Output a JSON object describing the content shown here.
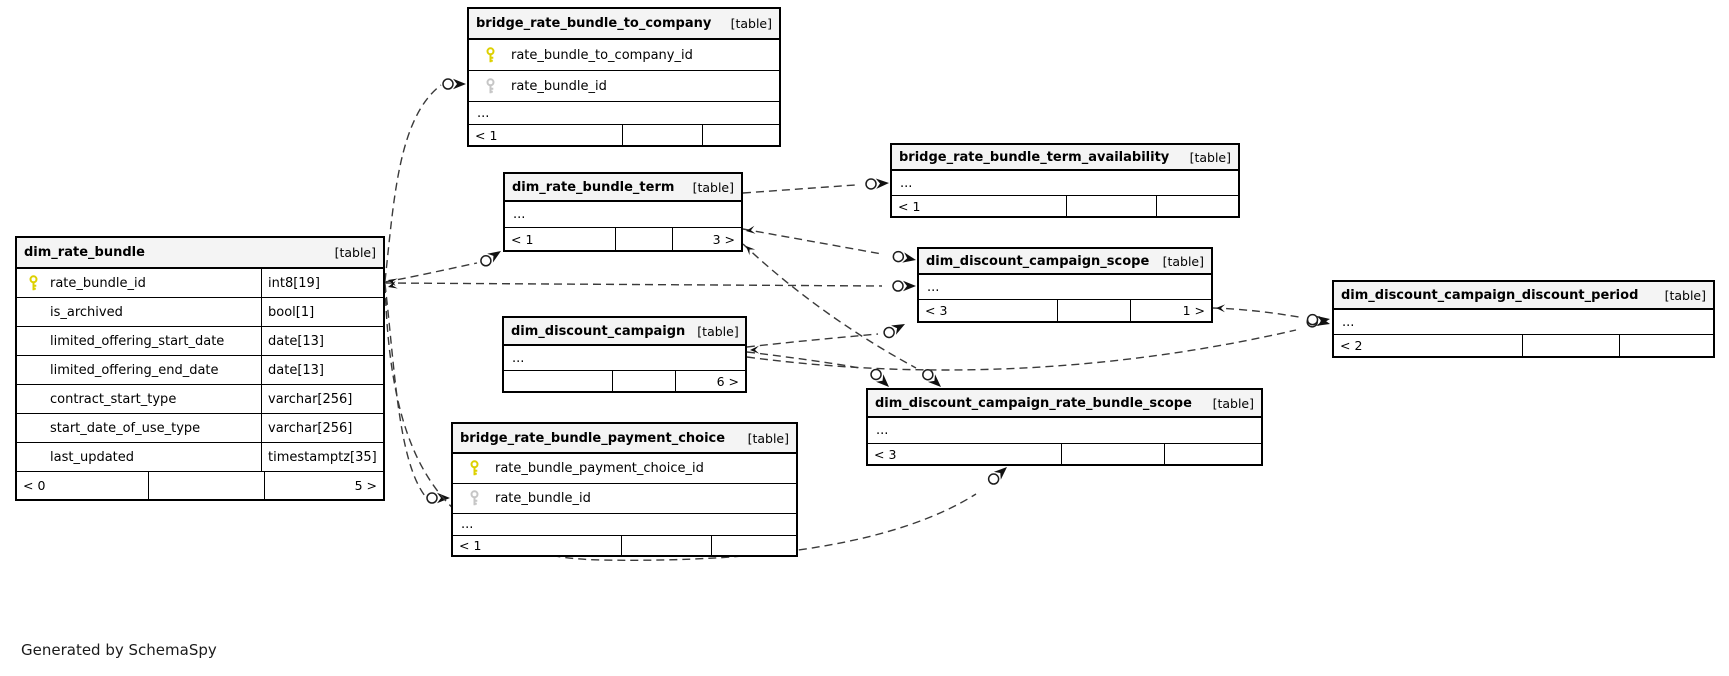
{
  "diagram": {
    "credit": "Generated by SchemaSpy"
  },
  "colors": {
    "header_bg": "#f4f4f4",
    "border": "#000000",
    "primary_key": "#ddd000",
    "foreign_key": "#c6c6c6",
    "connector": "#3a3a3a"
  },
  "icons": {
    "primary_key": "key-icon-yellow",
    "foreign_key": "key-icon-gray"
  },
  "tables": [
    {
      "id": "dim_rate_bundle",
      "title": "dim_rate_bundle",
      "type_label": "[table]",
      "columns": [
        {
          "name": "rate_bundle_id",
          "type": "int8[19]",
          "key": "primary"
        },
        {
          "name": "is_archived",
          "type": "bool[1]",
          "key": ""
        },
        {
          "name": "limited_offering_start_date",
          "type": "date[13]",
          "key": ""
        },
        {
          "name": "limited_offering_end_date",
          "type": "date[13]",
          "key": ""
        },
        {
          "name": "contract_start_type",
          "type": "varchar[256]",
          "key": ""
        },
        {
          "name": "start_date_of_use_type",
          "type": "varchar[256]",
          "key": ""
        },
        {
          "name": "last_updated",
          "type": "timestamptz[35]",
          "key": ""
        }
      ],
      "ellipsis": null,
      "footer": {
        "left": "< 0",
        "mid": "",
        "right": "5 >"
      }
    },
    {
      "id": "bridge_rate_bundle_to_company",
      "title": "bridge_rate_bundle_to_company",
      "type_label": "[table]",
      "columns": [
        {
          "name": "rate_bundle_to_company_id",
          "type": "",
          "key": "primary"
        },
        {
          "name": "rate_bundle_id",
          "type": "",
          "key": "foreign"
        }
      ],
      "ellipsis": "...",
      "footer": {
        "left": "< 1",
        "mid": "",
        "right": ""
      }
    },
    {
      "id": "dim_rate_bundle_term",
      "title": "dim_rate_bundle_term",
      "type_label": "[table]",
      "columns": [],
      "ellipsis": "...",
      "footer": {
        "left": "< 1",
        "mid": "",
        "right": "3 >"
      }
    },
    {
      "id": "bridge_rate_bundle_term_availability",
      "title": "bridge_rate_bundle_term_availability",
      "type_label": "[table]",
      "columns": [],
      "ellipsis": "...",
      "footer": {
        "left": "< 1",
        "mid": "",
        "right": ""
      }
    },
    {
      "id": "dim_discount_campaign_scope",
      "title": "dim_discount_campaign_scope",
      "type_label": "[table]",
      "columns": [],
      "ellipsis": "...",
      "footer": {
        "left": "< 3",
        "mid": "",
        "right": "1 >"
      }
    },
    {
      "id": "dim_discount_campaign",
      "title": "dim_discount_campaign",
      "type_label": "[table]",
      "columns": [],
      "ellipsis": "...",
      "footer": {
        "left": "",
        "mid": "",
        "right": "6 >"
      }
    },
    {
      "id": "dim_discount_campaign_discount_period",
      "title": "dim_discount_campaign_discount_period",
      "type_label": "[table]",
      "columns": [],
      "ellipsis": "...",
      "footer": {
        "left": "< 2",
        "mid": "",
        "right": ""
      }
    },
    {
      "id": "dim_discount_campaign_rate_bundle_scope",
      "title": "dim_discount_campaign_rate_bundle_scope",
      "type_label": "[table]",
      "columns": [],
      "ellipsis": "...",
      "footer": {
        "left": "< 3",
        "mid": "",
        "right": ""
      }
    },
    {
      "id": "bridge_rate_bundle_payment_choice",
      "title": "bridge_rate_bundle_payment_choice",
      "type_label": "[table]",
      "columns": [
        {
          "name": "rate_bundle_payment_choice_id",
          "type": "",
          "key": "primary"
        },
        {
          "name": "rate_bundle_id",
          "type": "",
          "key": "foreign"
        }
      ],
      "ellipsis": "...",
      "footer": {
        "left": "< 1",
        "mid": "",
        "right": ""
      }
    }
  ]
}
